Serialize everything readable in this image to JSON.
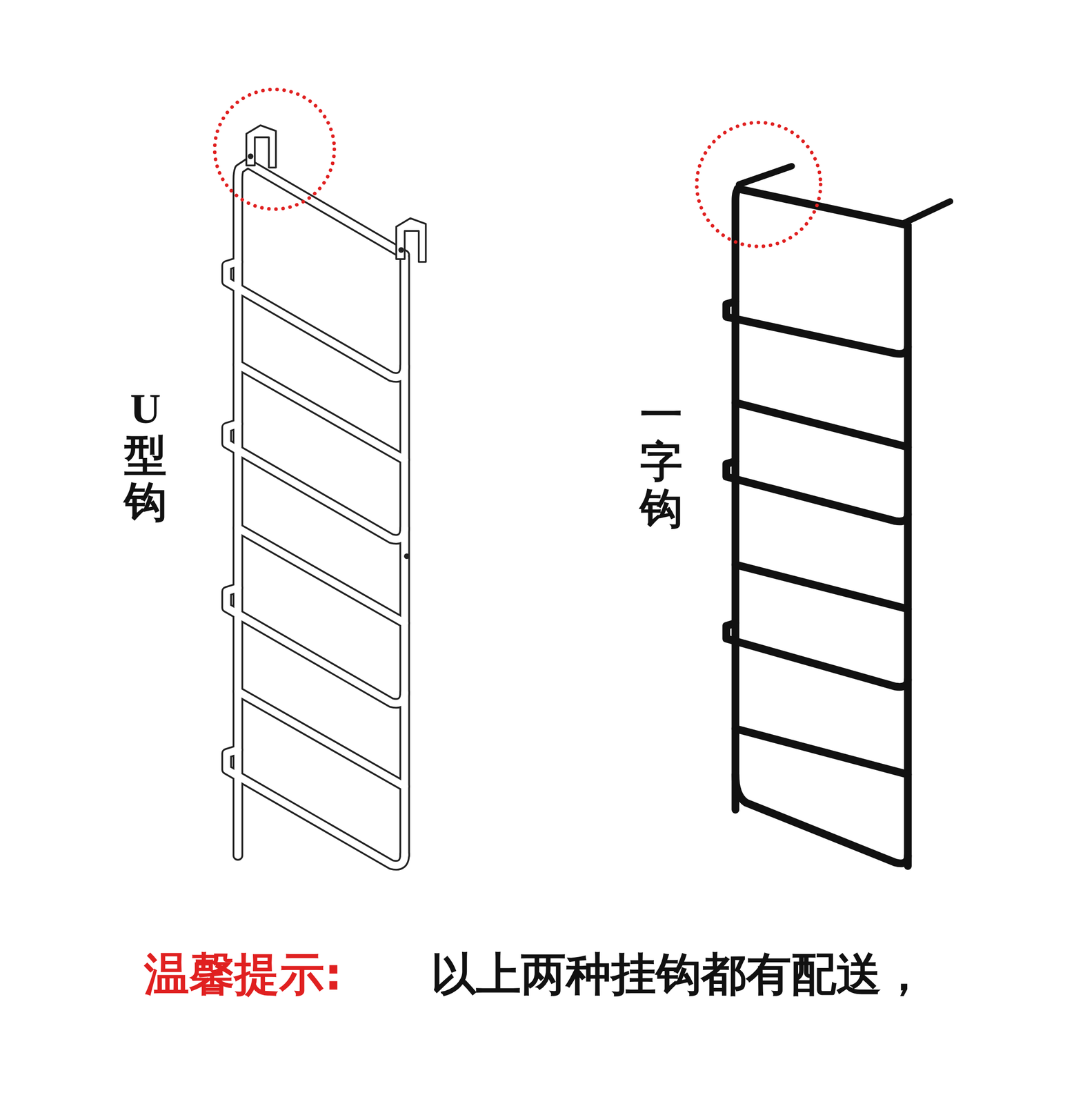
{
  "diagram": {
    "labels": [
      "U型钩",
      "一字钩",
      "温馨提示:",
      "以上两种挂钩都有配送，"
    ]
  }
}
